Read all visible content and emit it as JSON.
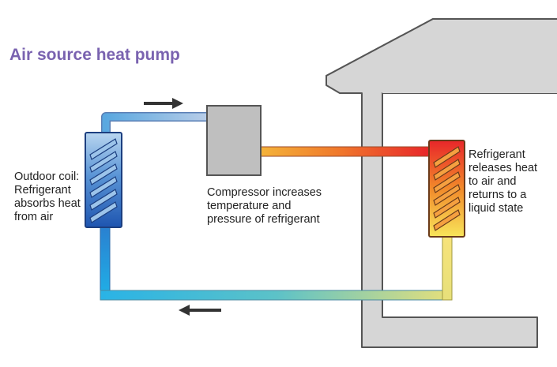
{
  "title": "Air source heat pump",
  "labels": {
    "outdoor_coil": "Outdoor coil:\nRefrigerant\nabsorbs heat\nfrom air",
    "compressor": "Compressor increases\ntemperature and\npressure of refrigerant",
    "indoor_coil": "Refrigerant\nreleases heat\nto air and\nreturns to a\nliquid state"
  },
  "colors": {
    "title": "#7a63b0",
    "house": "#d6d6d6",
    "house_outline": "#555555",
    "cold_pipe": "#4fb3e8",
    "hot_pipe": "#e8262a",
    "warm_pipe": "#f2a626",
    "compressor": "#bfbfbf",
    "arrow": "#333333"
  },
  "flow_direction_icons": [
    "arrow-right-icon",
    "arrow-left-icon"
  ]
}
